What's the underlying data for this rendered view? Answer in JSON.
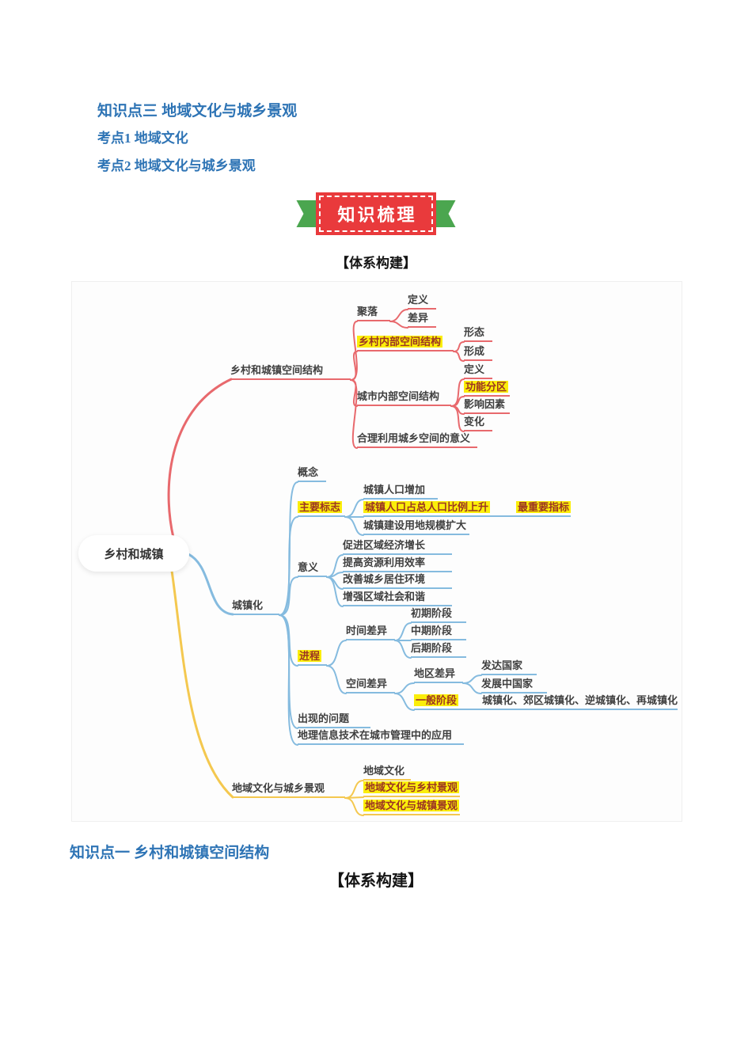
{
  "page": {
    "heading_kp3": "知识点三 地域文化与城乡景观",
    "kaodian1": "考点1 地域文化",
    "kaodian2": "考点2 地域文化与城乡景观",
    "banner": "知识梳理",
    "section_title_1": "【体系构建】",
    "heading_kp1": "知识点一 乡村和城镇空间结构",
    "section_title_2": "【体系构建】"
  },
  "colors": {
    "heading_blue": "#2e74b5",
    "banner_red": "#e93a3c",
    "banner_green": "#4ba64f",
    "branch_red": "#e8696d",
    "branch_blue": "#85bbdf",
    "branch_yellow": "#f4c84f",
    "highlight_bg": "#fbee0a",
    "highlight_text": "#9b3423"
  },
  "mindmap": {
    "root": "乡村和城镇",
    "branch1": {
      "label": "乡村和城镇空间结构",
      "juluo": "聚落",
      "juluo_dingyi": "定义",
      "juluo_chayi": "差异",
      "xiangcun_neibu": "乡村内部空间结构",
      "xingtai": "形态",
      "xingcheng": "形成",
      "chengshi_neibu": "城市内部空间结构",
      "cs_dingyi": "定义",
      "gongneng_fenqu": "功能分区",
      "yingxiang_yinsu": "影响因素",
      "bianhua": "变化",
      "heli": "合理利用城乡空间的意义"
    },
    "branch2": {
      "label": "城镇化",
      "gainian": "概念",
      "zhuyao_biaozhi": "主要标志",
      "renkou_zengjia": "城镇人口增加",
      "bili_shangsheng": "城镇人口占总人口比例上升",
      "zui_zhongyao": "最重要指标",
      "yongdi_kuoda": "城镇建设用地规模扩大",
      "yiyi": "意义",
      "cujin": "促进区域经济增长",
      "tigao": "提高资源利用效率",
      "gaishan": "改善城乡居住环境",
      "zengqiang": "增强区域社会和谐",
      "jincheng": "进程",
      "shijian_chayi": "时间差异",
      "chuqi": "初期阶段",
      "zhongqi": "中期阶段",
      "houqi": "后期阶段",
      "kongjian_chayi": "空间差异",
      "diqu_chayi": "地区差异",
      "fada": "发达国家",
      "fazhanzhong": "发展中国家",
      "yiban_jieduan": "一般阶段",
      "jieduan_list": "城镇化、郊区城镇化、逆城镇化、再城镇化",
      "wenti": "出现的问题",
      "dili_jishu": "地理信息技术在城市管理中的应用"
    },
    "branch3": {
      "label": "地域文化与城乡景观",
      "diyu_wenhua": "地域文化",
      "xiangcun_jingguan": "地域文化与乡村景观",
      "chengzhen_jingguan": "地域文化与城镇景观"
    }
  }
}
